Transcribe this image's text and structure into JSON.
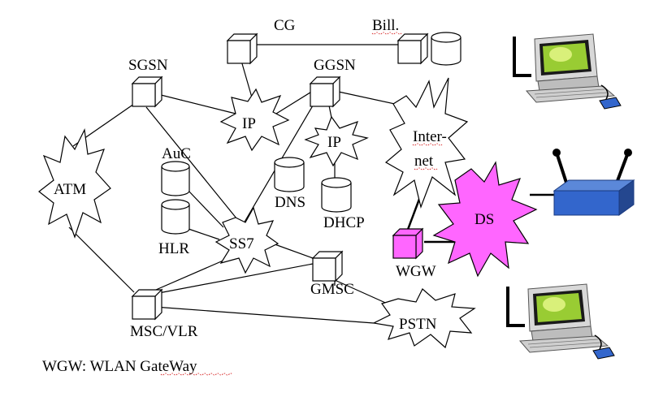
{
  "labels": {
    "cg": "CG",
    "bill": "Bill.",
    "sgsn": "SGSN",
    "ggsn": "GGSN",
    "ip_top": "IP",
    "ip_mid": "IP",
    "internet_1": "Inter-",
    "internet_2": "net",
    "atm": "ATM",
    "auc": "AuC",
    "hlr": "HLR",
    "ss7": "SS7",
    "dns": "DNS",
    "dhcp": "DHCP",
    "wgw": "WGW",
    "ds": "DS",
    "gmsc": "GMSC",
    "msc_vlr": "MSC/VLR",
    "pstn": "PSTN"
  },
  "caption": "WGW: WLAN GateWay",
  "colors": {
    "ds_burst": "#ff66ff",
    "wgw_box": "#ff66ff",
    "access_point": "#3366cc",
    "monitor_screen": "#99cc33",
    "monitor_body": "#d8d8d8"
  },
  "icons": [
    "computer-icon",
    "access-point-icon",
    "database-icon",
    "router-icon"
  ]
}
